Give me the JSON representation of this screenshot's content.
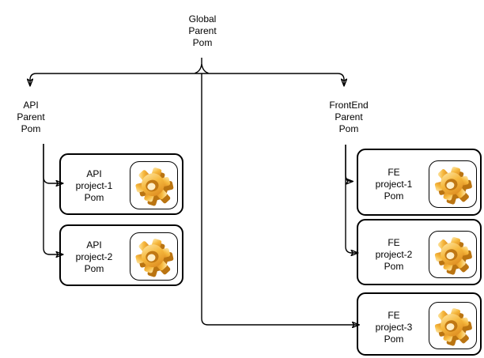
{
  "nodes": {
    "global_parent": {
      "lines": [
        "Global",
        "Parent",
        "Pom"
      ]
    },
    "api_parent": {
      "lines": [
        "API",
        "Parent",
        "Pom"
      ]
    },
    "frontend_parent": {
      "lines": [
        "FrontEnd",
        "Parent",
        "Pom"
      ]
    },
    "api_project_1": {
      "lines": [
        "API",
        "project-1",
        "Pom"
      ]
    },
    "api_project_2": {
      "lines": [
        "API",
        "project-2",
        "Pom"
      ]
    },
    "fe_project_1": {
      "lines": [
        "FE",
        "project-1",
        "Pom"
      ]
    },
    "fe_project_2": {
      "lines": [
        "FE",
        "project-2",
        "Pom"
      ]
    },
    "fe_project_3": {
      "lines": [
        "FE",
        "project-3",
        "Pom"
      ]
    }
  },
  "edges": [
    {
      "from": "global_parent",
      "to": "api_parent"
    },
    {
      "from": "global_parent",
      "to": "frontend_parent"
    },
    {
      "from": "global_parent",
      "to": "fe_project_3"
    },
    {
      "from": "api_parent",
      "to": "api_project_1"
    },
    {
      "from": "api_parent",
      "to": "api_project_2"
    },
    {
      "from": "frontend_parent",
      "to": "fe_project_1"
    },
    {
      "from": "frontend_parent",
      "to": "fe_project_2"
    }
  ],
  "icons": {
    "document": "document-folded-corner-icon",
    "gear": "gear-icon"
  },
  "colors": {
    "stroke": "#000000",
    "shape_fill": "#ffffff",
    "background": "#ffffff",
    "gear_gold_light": "#ffebb0",
    "gear_gold": "#f6b93e",
    "gear_gold_dark": "#d8821a"
  }
}
